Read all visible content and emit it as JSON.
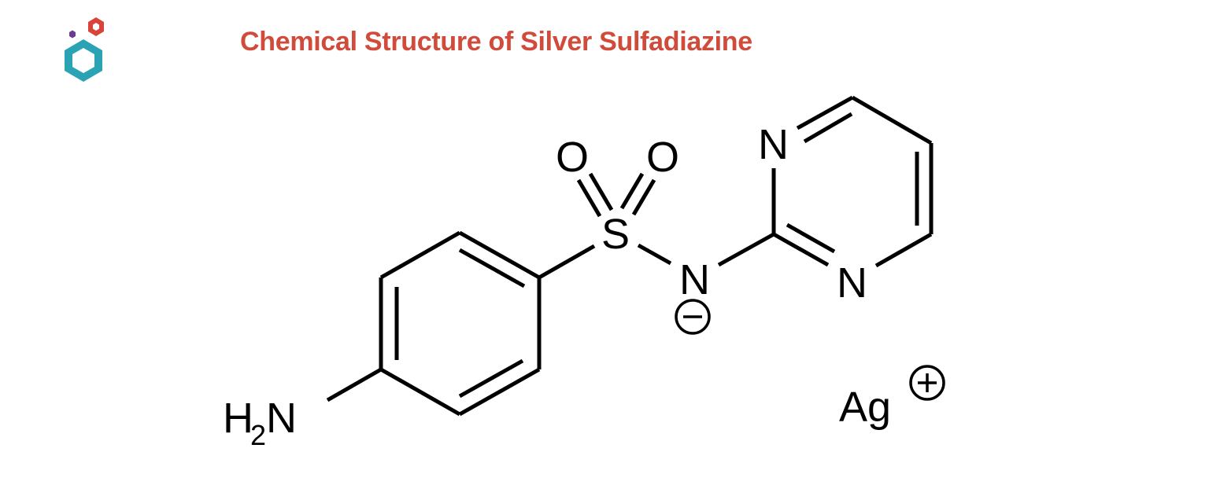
{
  "title": {
    "text": "Chemical Structure of Silver Sulfadiazine",
    "color": "#d14b3a"
  },
  "logo": {
    "name": "hexagon-molecule-logo",
    "colors": {
      "large_hexagon": "#2aa3b5",
      "small_hexagon": "#d9443a",
      "dot": "#6b3d8f"
    }
  },
  "molecule": {
    "name": "Silver Sulfadiazine",
    "atoms": {
      "amine": "H",
      "amine_subscript": "2",
      "amine_n": "N",
      "sulfur": "S",
      "oxygen_left": "O",
      "oxygen_right": "O",
      "sulfonamide_n": "N",
      "sulfonamide_charge": "−",
      "pyrimidine_n1": "N",
      "pyrimidine_n3": "N",
      "silver": "Ag",
      "silver_charge": "+"
    },
    "bond_color": "#000000"
  }
}
